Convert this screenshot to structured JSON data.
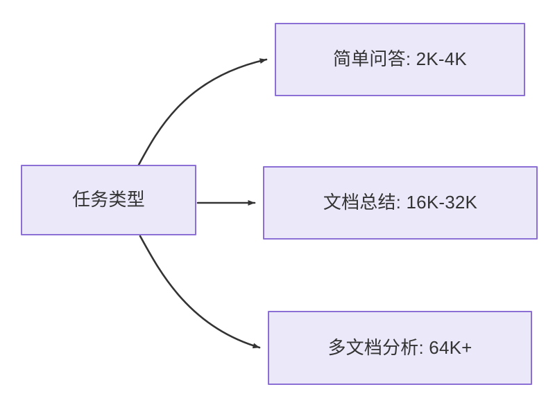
{
  "diagram": {
    "type": "flowchart",
    "direction": "left-to-right",
    "background_color": "#ffffff",
    "node_fill_color": "#ebe8fa",
    "node_border_color": "#8b6fd4",
    "edge_color": "#333333",
    "text_color": "#333333",
    "source_node": {
      "id": "task-type",
      "label": "任务类型"
    },
    "target_nodes": [
      {
        "id": "simple-qa",
        "label": "简单问答: 2K-4K",
        "category": "简单问答",
        "range": "2K-4K",
        "edge_style": "curved"
      },
      {
        "id": "doc-summary",
        "label": "文档总结: 16K-32K",
        "category": "文档总结",
        "range": "16K-32K",
        "edge_style": "straight"
      },
      {
        "id": "multi-doc-analysis",
        "label": "多文档分析: 64K+",
        "category": "多文档分析",
        "range": "64K+",
        "edge_style": "curved"
      }
    ]
  }
}
